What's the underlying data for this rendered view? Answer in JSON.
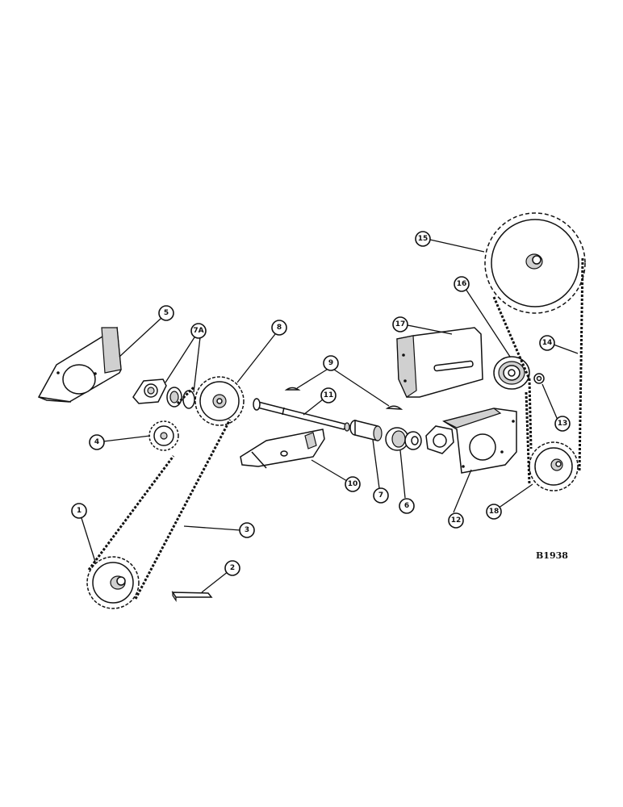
{
  "figure_code": "B1938",
  "callouts": [
    {
      "id": "1",
      "label": "1"
    },
    {
      "id": "2",
      "label": "2"
    },
    {
      "id": "3",
      "label": "3"
    },
    {
      "id": "4",
      "label": "4"
    },
    {
      "id": "5",
      "label": "5"
    },
    {
      "id": "6",
      "label": "6"
    },
    {
      "id": "7",
      "label": "7"
    },
    {
      "id": "7a",
      "label": "7A"
    },
    {
      "id": "8",
      "label": "8"
    },
    {
      "id": "9",
      "label": "9"
    },
    {
      "id": "10",
      "label": "10"
    },
    {
      "id": "11",
      "label": "11"
    },
    {
      "id": "12",
      "label": "12"
    },
    {
      "id": "13",
      "label": "13"
    },
    {
      "id": "14",
      "label": "14"
    },
    {
      "id": "15",
      "label": "15"
    },
    {
      "id": "16",
      "label": "16"
    },
    {
      "id": "17",
      "label": "17"
    },
    {
      "id": "18",
      "label": "18"
    }
  ]
}
